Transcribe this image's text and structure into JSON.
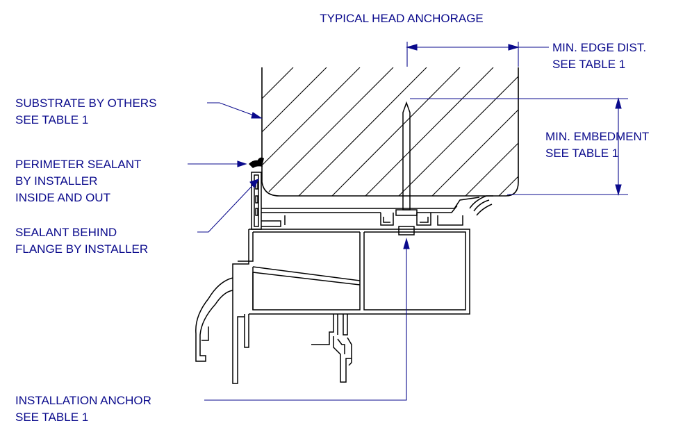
{
  "title": "TYPICAL HEAD ANCHORAGE",
  "labels": {
    "edge_dist": [
      "MIN. EDGE DIST.",
      "SEE TABLE 1"
    ],
    "substrate": [
      "SUBSTRATE BY OTHERS",
      "SEE TABLE 1"
    ],
    "embedment": [
      "MIN. EMBEDMENT",
      "SEE TABLE 1"
    ],
    "perimeter_sealant": [
      "PERIMETER SEALANT",
      "BY INSTALLER",
      "INSIDE AND OUT"
    ],
    "sealant_behind": [
      "SEALANT BEHIND",
      "FLANGE BY INSTALLER"
    ],
    "anchor": [
      "INSTALLATION ANCHOR",
      "SEE TABLE 1"
    ]
  },
  "colors": {
    "annotation": "#0a0a8c",
    "linework": "#000000"
  }
}
